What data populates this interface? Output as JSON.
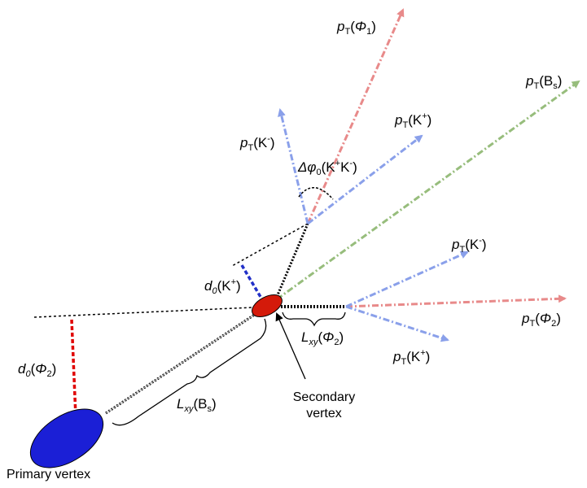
{
  "colors": {
    "red_track": "#e88a8a",
    "blue_track": "#8aa0ea",
    "green_track": "#97bd7c",
    "primary_vertex": "#1b1fd6",
    "secondary_vertex": "#d41a0a",
    "d0_phi2_line": "#e00000",
    "d0_k_line": "#2230c8"
  },
  "labels": {
    "pt_phi1": {
      "main": "p",
      "sub": "T",
      "rest": "(",
      "sym": "Φ",
      "sym_sub": "1",
      "close": ")"
    },
    "pt_bs": {
      "main": "p",
      "sub": "T",
      "rest": "(B",
      "sym_sub": "s",
      "close": ")"
    },
    "pt_kminus_top": {
      "main": "p",
      "sub": "T",
      "rest": "(K",
      "sup": "-",
      "close": ")"
    },
    "pt_kplus_top": {
      "main": "p",
      "sub": "T",
      "rest": "(K",
      "sup": "+",
      "close": ")"
    },
    "delta_phi": {
      "main": "Δφ",
      "sub": "0",
      "rest": "(K",
      "sup": "+",
      "mid": "K",
      "sup2": "-",
      "close": ")"
    },
    "pt_kminus_right": {
      "main": "p",
      "sub": "T",
      "rest": "(K",
      "sup": "-",
      "close": ")"
    },
    "pt_phi2": {
      "main": "p",
      "sub": "T",
      "rest": "(",
      "sym": "Φ",
      "sym_sub": "2",
      "close": ")"
    },
    "pt_kplus_bottom": {
      "main": "p",
      "sub": "T",
      "rest": "(K",
      "sup": "+",
      "close": ")"
    },
    "d0_kplus": {
      "main": "d",
      "sub": "0",
      "rest": "(K",
      "sup": "+",
      "close": ")"
    },
    "lxy_phi2": {
      "main": "L",
      "sub": "xy",
      "rest": "(",
      "sym": "Φ",
      "sym_sub": "2",
      "close": ")"
    },
    "d0_phi2": {
      "main": "d",
      "sub": "0",
      "rest": "(",
      "sym": "Φ",
      "sym_sub": "2",
      "close": ")"
    },
    "lxy_bs": {
      "main": "L",
      "sub": "xy",
      "rest": "(B",
      "sym_sub": "s",
      "close": ")"
    },
    "secondary_vertex_line1": "Secondary",
    "secondary_vertex_line2": "vertex",
    "primary_vertex": "Primary vertex"
  }
}
